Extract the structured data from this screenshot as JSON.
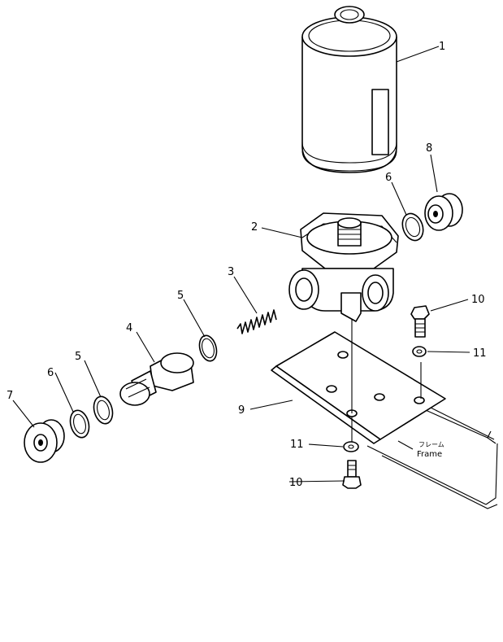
{
  "diagram": {
    "callouts": {
      "c1": "1",
      "c2": "2",
      "c3": "3",
      "c4": "4",
      "c5a": "5",
      "c5b": "5",
      "c6a": "6",
      "c6b": "6",
      "c7": "7",
      "c8": "8",
      "c9": "9",
      "c10a": "10",
      "c10b": "10",
      "c11a": "11",
      "c11b": "11"
    },
    "frame_label_jp": "フレーム",
    "frame_label_en": "Frame"
  }
}
